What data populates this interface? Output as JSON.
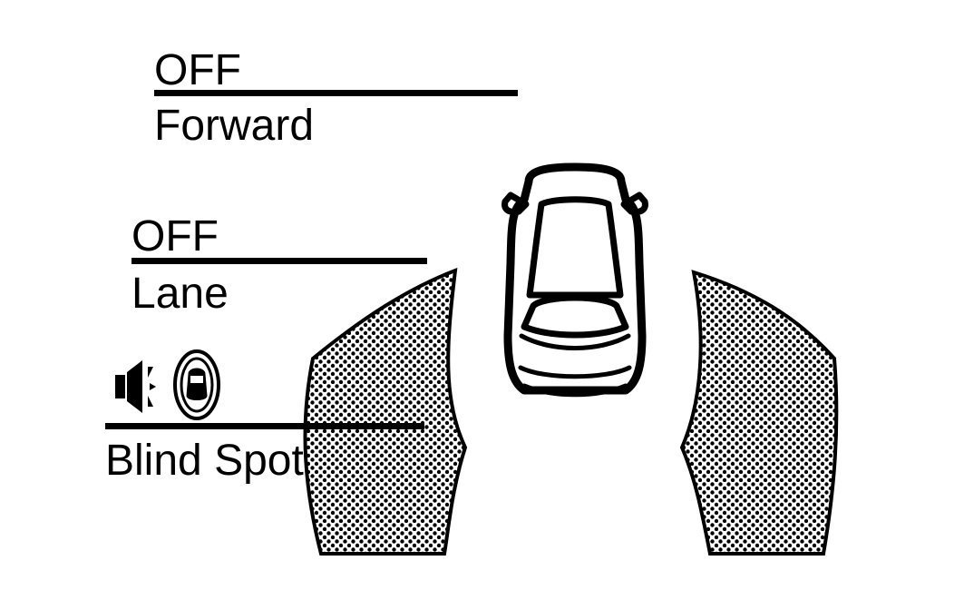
{
  "forward": {
    "status": "OFF",
    "label": "Forward"
  },
  "lane": {
    "status": "OFF",
    "label": "Lane"
  },
  "blind_spot": {
    "label": "Blind Spot",
    "icons": [
      "speaker-icon",
      "car-alert-icon"
    ]
  },
  "colors": {
    "ink": "#000000",
    "background": "#ffffff"
  }
}
